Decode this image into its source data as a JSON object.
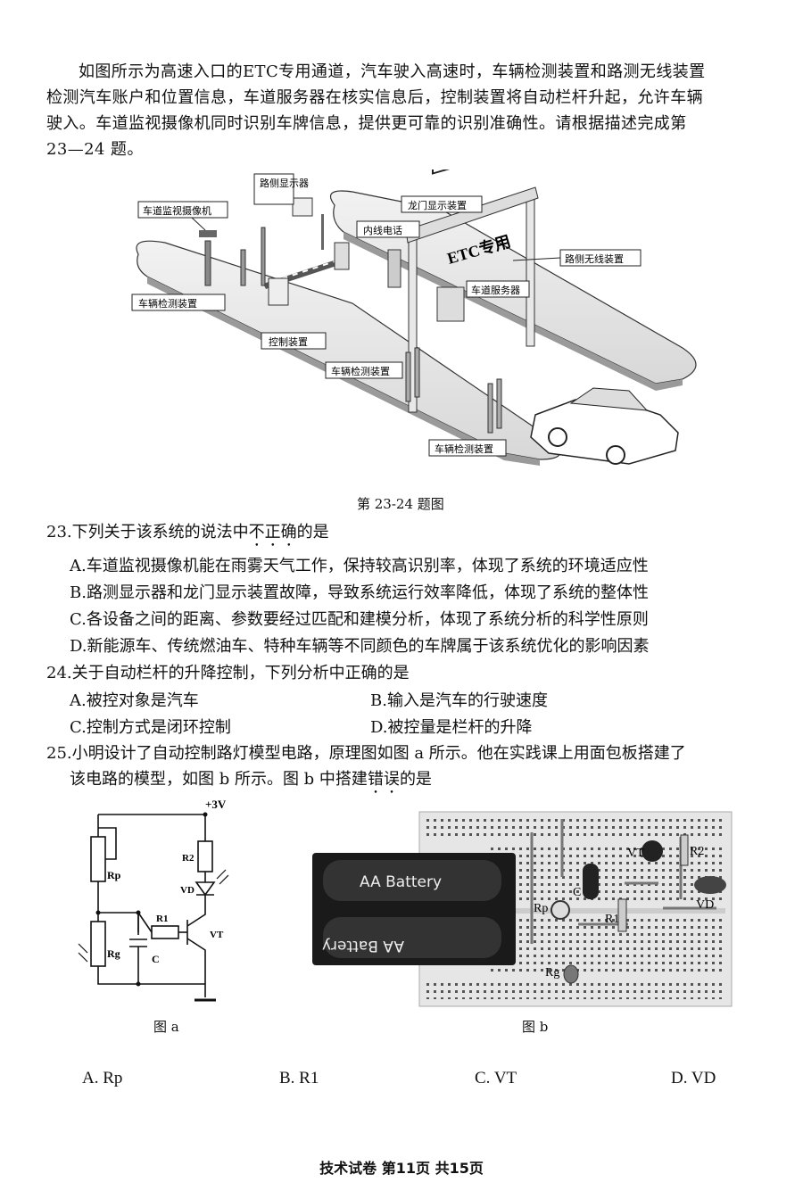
{
  "intro": {
    "line1": "如图所示为高速入口的ETC专用通道，汽车驶入高速时，车辆检测装置和路测无线装置",
    "line2": "检测汽车账户和位置信息，车道服务器在核实信息后，控制装置将自动栏杆升起，允许车辆",
    "line3": "驶入。车道监视摄像机同时识别车牌信息，提供更可靠的识别准确性。请根据描述完成第",
    "line4": "23—24 题。"
  },
  "etc_figure": {
    "caption": "第 23-24 题图",
    "labels": {
      "camera": "车道监视摄像机",
      "roadside_display": "路侧显示器",
      "intercom": "内线电话",
      "gantry_display": "龙门显示装置",
      "etc_sign": "ETC专用",
      "roadside_wireless": "路侧无线装置",
      "lane_server": "车道服务器",
      "vehicle_detector_1": "车辆检测装置",
      "controller": "控制装置",
      "vehicle_detector_2": "车辆检测装置",
      "vehicle_detector_3": "车辆检测装置"
    }
  },
  "q23": {
    "stem_pre": "23.下列关于该系统的说法中",
    "stem_emph": "不正确",
    "stem_post": "的是",
    "options": [
      "A.车道监视摄像机能在雨雾天气工作，保持较高识别率，体现了系统的环境适应性",
      "B.路测显示器和龙门显示装置故障，导致系统运行效率降低，体现了系统的整体性",
      "C.各设备之间的距离、参数要经过匹配和建模分析，体现了系统分析的科学性原则",
      "D.新能源车、传统燃油车、特种车辆等不同颜色的车牌属于该系统优化的影响因素"
    ]
  },
  "q24": {
    "stem": "24.关于自动栏杆的升降控制，下列分析中正确的是",
    "options": [
      "A.被控对象是汽车",
      "B.输入是汽车的行驶速度",
      "C.控制方式是闭环控制",
      "D.被控量是栏杆的升降"
    ]
  },
  "q25": {
    "stem_line1": "25.小明设计了自动控制路灯模型电路，原理图如图 a 所示。他在实践课上用面包板搭建了",
    "stem_line2_pre": "该电路的模型，如图 b 所示。图 b 中搭建",
    "stem_line2_emph": "错误",
    "stem_line2_post": "的是",
    "options": [
      "A. Rp",
      "B. R1",
      "C. VT",
      "D. VD"
    ]
  },
  "circuit_a": {
    "caption": "图 a",
    "supply": "+3V",
    "labels": {
      "rp": "Rp",
      "r2": "R2",
      "vd": "VD",
      "r1": "R1",
      "vt": "VT",
      "rg": "Rg",
      "c": "C"
    }
  },
  "breadboard_b": {
    "caption": "图 b",
    "battery_top": "AA Battery",
    "battery_bottom": "AA Battery",
    "labels": {
      "vt": "VT",
      "r2": "R2",
      "c": "C",
      "vd": "VD",
      "rp": "Rp",
      "r1": "R1",
      "rg": "Rg"
    }
  },
  "footer": "技术试卷   第11页   共15页"
}
